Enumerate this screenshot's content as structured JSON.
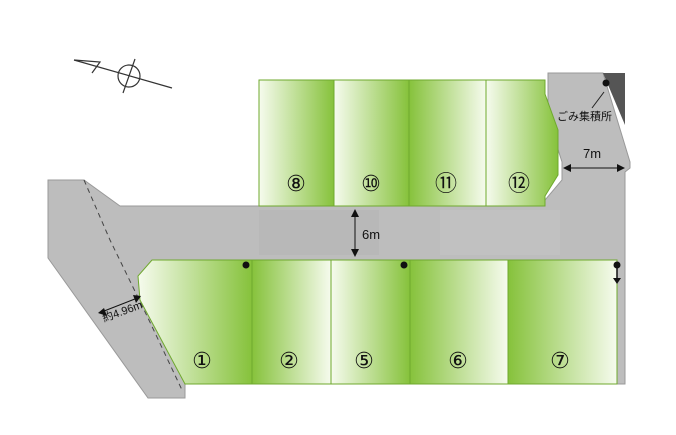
{
  "lots": [
    {
      "id": "8",
      "label": "⑧"
    },
    {
      "id": "10",
      "label": "⑩"
    },
    {
      "id": "11",
      "label": "⑪"
    },
    {
      "id": "12",
      "label": "⑫"
    },
    {
      "id": "1",
      "label": "①"
    },
    {
      "id": "2",
      "label": "②"
    },
    {
      "id": "5",
      "label": "⑤"
    },
    {
      "id": "6",
      "label": "⑥"
    },
    {
      "id": "7",
      "label": "⑦"
    }
  ],
  "road_widths": {
    "main_road": "6m",
    "side_road": "7m",
    "left_road": "約4.96m"
  },
  "garbage_area": {
    "label": "ごみ集積所"
  },
  "colors": {
    "lot_green": "#8cc63f",
    "lot_light": "#f4f9ea",
    "road_gray": "#bdbdbd",
    "garbage_dark": "#555555"
  }
}
